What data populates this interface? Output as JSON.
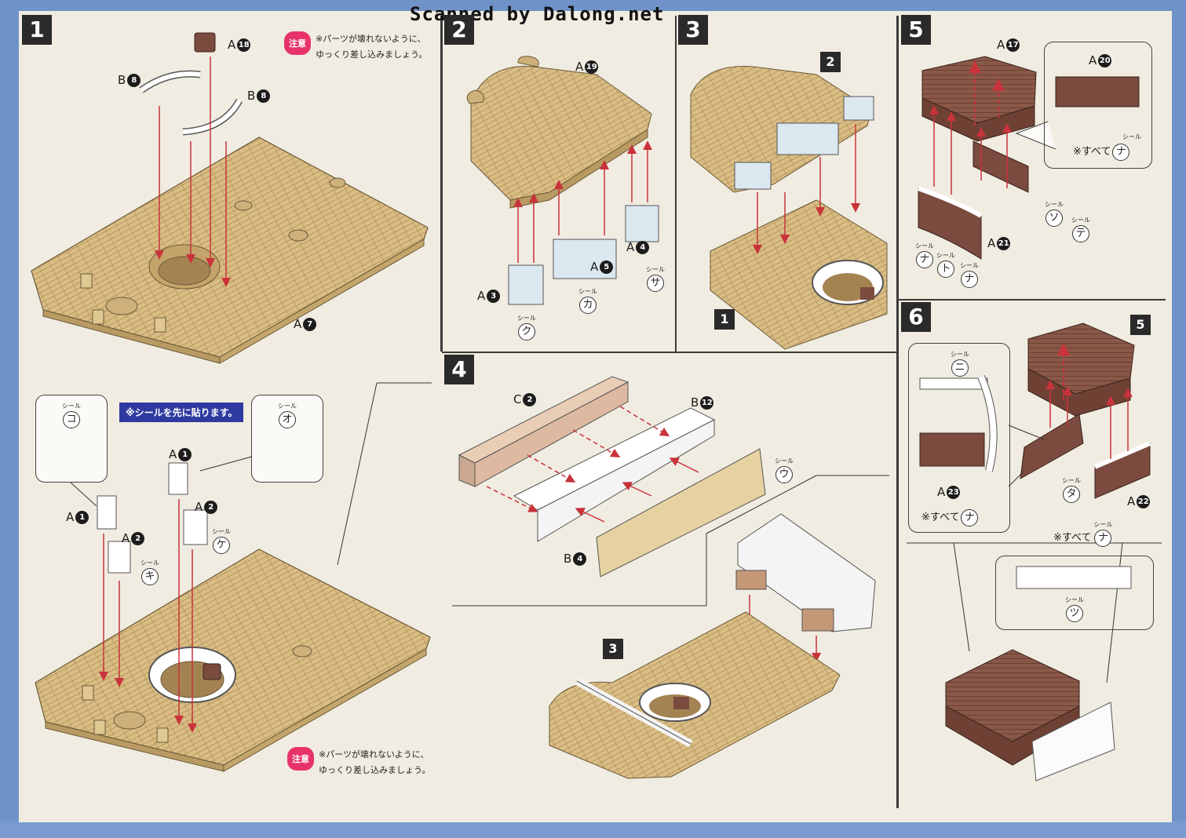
{
  "header": {
    "scanner_credit": "Scanned by Dalong.net"
  },
  "steps": [
    {
      "number": "1"
    },
    {
      "number": "2"
    },
    {
      "number": "3"
    },
    {
      "number": "4"
    },
    {
      "number": "5"
    },
    {
      "number": "6"
    }
  ],
  "step1": {
    "parts": {
      "a18": {
        "letter": "A",
        "num": "18"
      },
      "b8_left": {
        "letter": "B",
        "num": "8"
      },
      "b8_right": {
        "letter": "B",
        "num": "8"
      },
      "a7": {
        "letter": "A",
        "num": "7"
      }
    },
    "caution": {
      "badge": "注意",
      "line1": "※パーツが壊れないように、",
      "line2": "ゆっくり差し込みましょう。"
    }
  },
  "step1b": {
    "banner": "※シールを先に貼ります。",
    "seal_ko": {
      "caption": "シール",
      "kana": "コ"
    },
    "seal_o": {
      "caption": "シール",
      "kana": "オ"
    },
    "parts": {
      "a1_left": {
        "letter": "A",
        "num": "1"
      },
      "a1_right": {
        "letter": "A",
        "num": "1"
      },
      "a2_left": {
        "letter": "A",
        "num": "2"
      },
      "a2_right": {
        "letter": "A",
        "num": "2"
      }
    },
    "seal_ki": {
      "caption": "シール",
      "kana": "キ"
    },
    "seal_ke": {
      "caption": "シール",
      "kana": "ケ"
    },
    "caution": {
      "badge": "注意",
      "line1": "※パーツが壊れないように、",
      "line2": "ゆっくり差し込みましょう。"
    }
  },
  "step2": {
    "parts": {
      "a19": {
        "letter": "A",
        "num": "19"
      },
      "a3": {
        "letter": "A",
        "num": "3"
      },
      "a5": {
        "letter": "A",
        "num": "5"
      },
      "a4": {
        "letter": "A",
        "num": "4"
      }
    },
    "seal_ku": {
      "caption": "シール",
      "kana": "ク"
    },
    "seal_ka": {
      "caption": "シール",
      "kana": "カ"
    },
    "seal_sa": {
      "caption": "シール",
      "kana": "サ"
    }
  },
  "step3": {
    "ref_top": "2",
    "ref_bottom": "1"
  },
  "step4": {
    "parts": {
      "c2": {
        "letter": "C",
        "num": "2"
      },
      "b12": {
        "letter": "B",
        "num": "12"
      },
      "b4": {
        "letter": "B",
        "num": "4"
      }
    },
    "seal_u": {
      "caption": "シール",
      "kana": "ウ"
    },
    "ref": "3"
  },
  "step5": {
    "parts": {
      "a17": {
        "letter": "A",
        "num": "17"
      },
      "a20": {
        "letter": "A",
        "num": "20"
      },
      "a21": {
        "letter": "A",
        "num": "21"
      }
    },
    "callout": {
      "seal_caption": "シール",
      "all_prefix": "※すべて",
      "kana": "ナ"
    },
    "seal_so": {
      "caption": "シール",
      "kana": "ソ"
    },
    "seal_te": {
      "caption": "シール",
      "kana": "テ"
    },
    "seal_na1": {
      "caption": "シール",
      "kana": "ナ"
    },
    "seal_to": {
      "caption": "シール",
      "kana": "ト"
    },
    "seal_na2": {
      "caption": "シール",
      "kana": "ナ"
    }
  },
  "step6": {
    "ref": "5",
    "callout": {
      "seal_caption": "シール",
      "kana_ni": "ニ",
      "part": {
        "letter": "A",
        "num": "23"
      },
      "all_prefix": "※すべて",
      "kana": "ナ"
    },
    "seal_ta": {
      "caption": "シール",
      "kana": "タ"
    },
    "part_a22": {
      "letter": "A",
      "num": "22"
    },
    "all_note": {
      "prefix": "※すべて",
      "caption": "シール",
      "kana": "ナ"
    },
    "seal_tsu": {
      "caption": "シール",
      "kana": "ツ"
    }
  },
  "colors": {
    "deck": "#d9bd84",
    "deck_line": "#a8874f",
    "wall": "#7a4b3e",
    "border_blue": "#6f93c9",
    "arrow": "#c9333b",
    "paper": "#f1ece1"
  }
}
